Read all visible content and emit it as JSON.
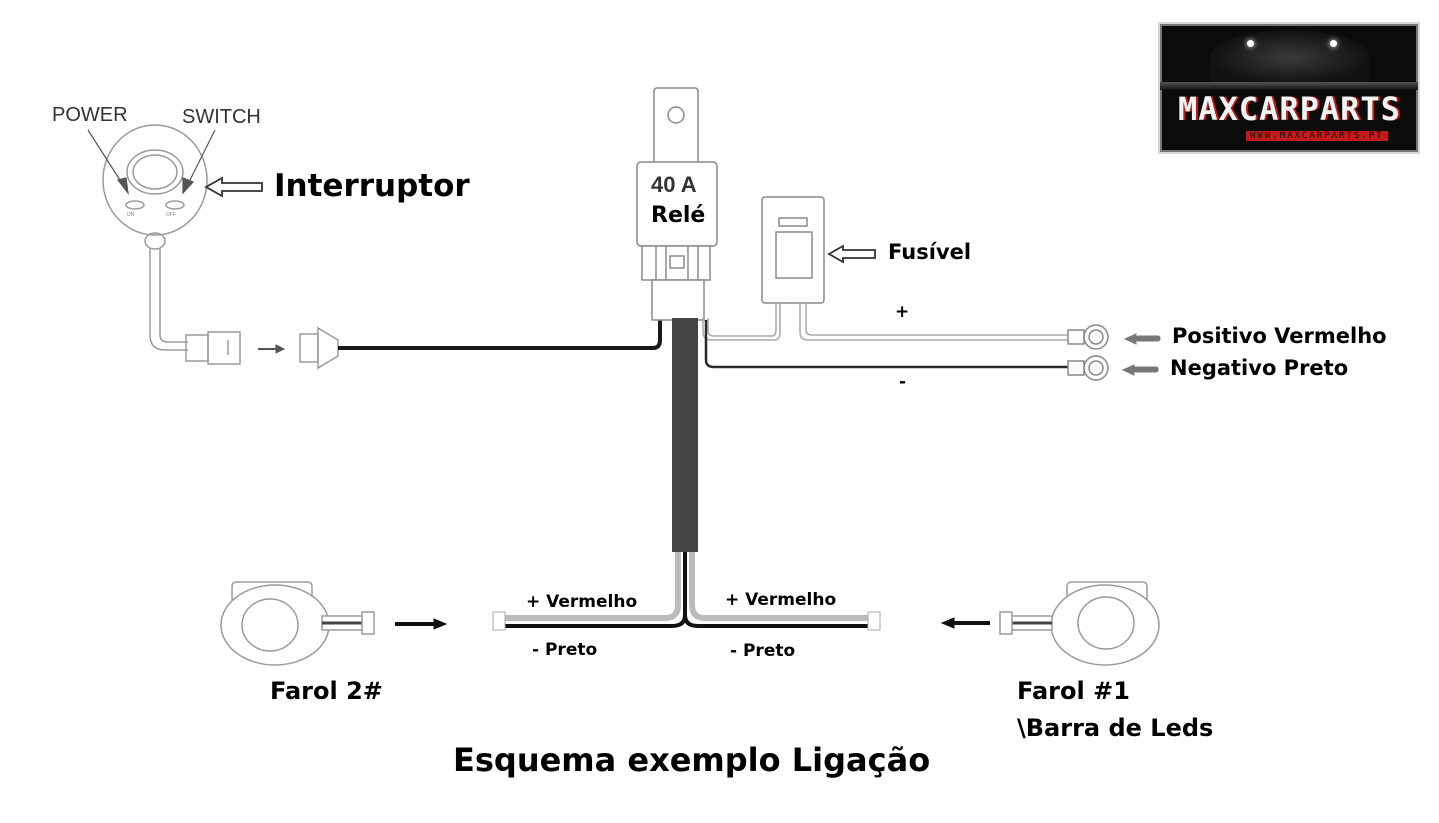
{
  "title": "Esquema exemplo Ligação",
  "logo": {
    "brand": "MAXCARPARTS",
    "url": "WWW.MAXCARPARTS.PT",
    "colors": {
      "background": "#0b0b0b",
      "accent": "#c41a1a",
      "text": "#f2f2f2"
    }
  },
  "switch": {
    "label": "Interruptor",
    "power_label": "POWER",
    "switch_label": "SWITCH",
    "button_on": "ON",
    "button_off": "OFF"
  },
  "relay": {
    "rating": "40 A",
    "label": "Relé"
  },
  "fuse": {
    "label": "Fusível"
  },
  "battery": {
    "positive_sign": "+",
    "negative_sign": "-",
    "positive_label": "Positivo Vermelho",
    "negative_label": "Negativo Preto"
  },
  "output_left": {
    "positive_label": "+ Vermelho",
    "negative_label": "- Preto"
  },
  "output_right": {
    "positive_label": "+ Vermelho",
    "negative_label": "- Preto"
  },
  "lamps": {
    "left_label": "Farol 2#",
    "right_label_line1": "Farol #1",
    "right_label_line2": "\\Barra de Leds"
  },
  "icons": [
    "hollow-arrow-left-icon",
    "arrow-right-icon",
    "arrow-left-icon",
    "small-arrow-left-icon"
  ]
}
